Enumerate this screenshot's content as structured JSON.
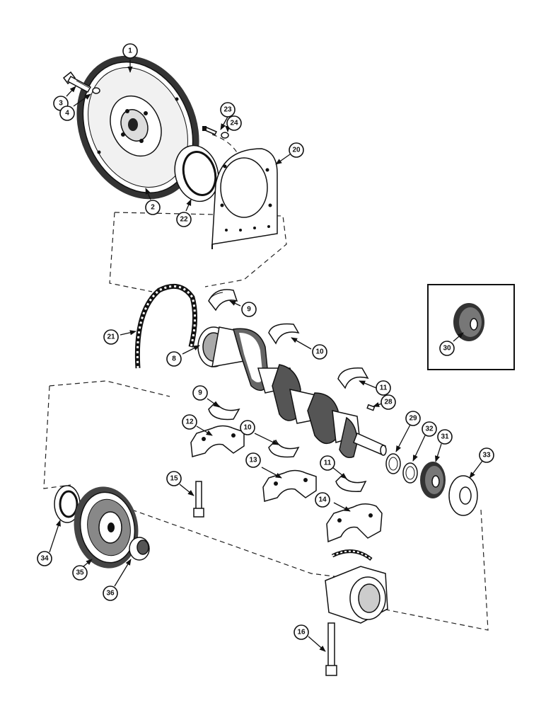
{
  "callouts": {
    "c1": "1",
    "c2": "2",
    "c3": "3",
    "c4": "4",
    "c8": "8",
    "c9a": "9",
    "c9b": "9",
    "c10a": "10",
    "c10b": "10",
    "c11a": "11",
    "c11b": "11",
    "c12": "12",
    "c13": "13",
    "c14": "14",
    "c15": "15",
    "c16": "16",
    "c20": "20",
    "c21": "21",
    "c22": "22",
    "c23": "23",
    "c24": "24",
    "c28": "28",
    "c29": "29",
    "c30": "30",
    "c31": "31",
    "c32": "32",
    "c33": "33",
    "c34": "34",
    "c35": "35",
    "c36": "36"
  },
  "colors": {
    "ink": "#111111",
    "paper": "#ffffff",
    "shade": "#555555"
  }
}
